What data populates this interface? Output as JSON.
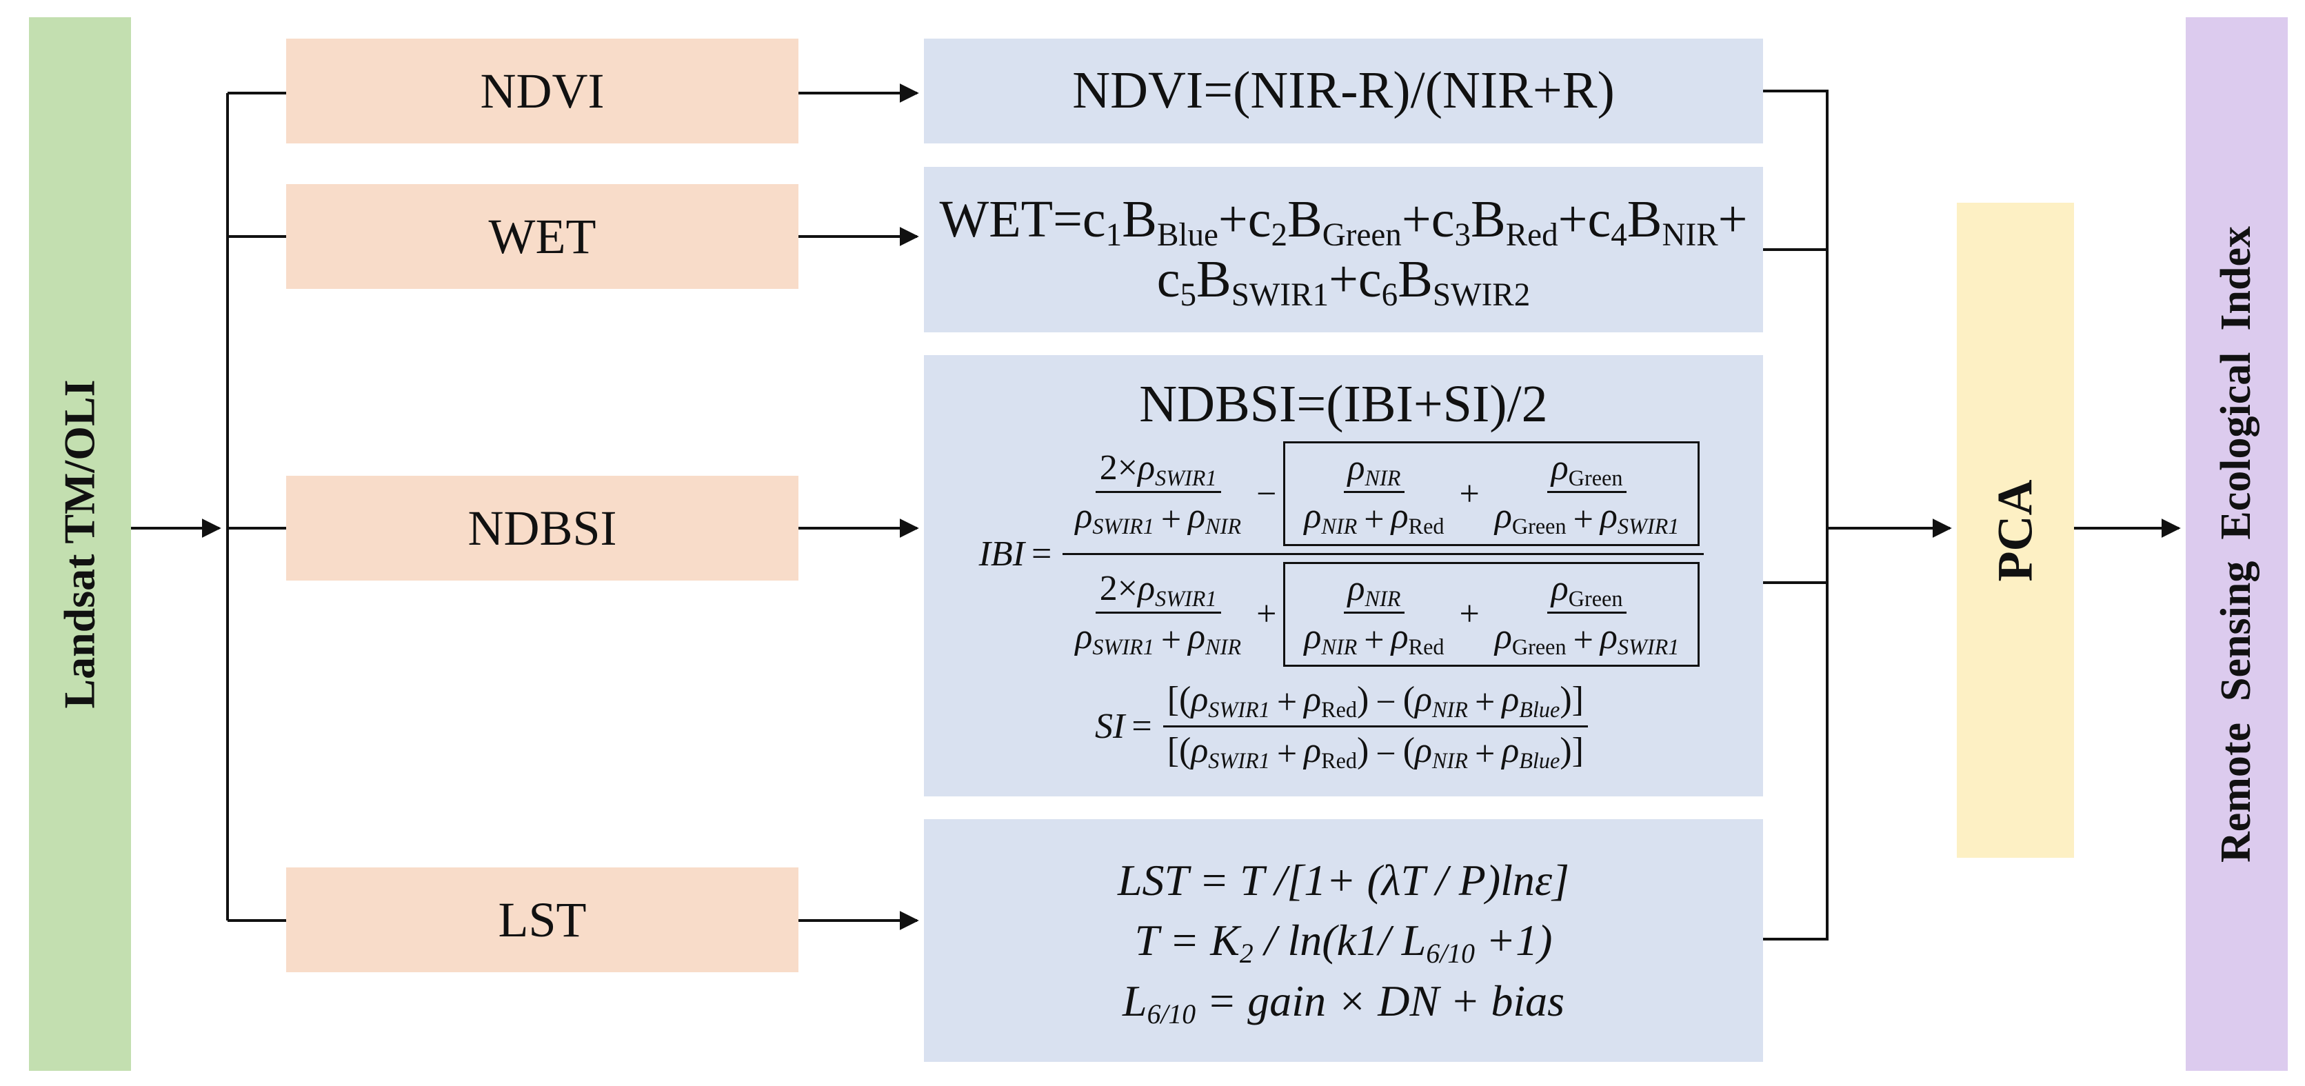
{
  "source": {
    "label": "Landsat TM/OLI"
  },
  "indicators": [
    {
      "label": "NDVI"
    },
    {
      "label": "WET"
    },
    {
      "label": "NDBSI"
    },
    {
      "label": "LST"
    }
  ],
  "formulas": {
    "ndvi": "NDVI=(NIR-R)/(NIR+R)",
    "wet": {
      "lead": "WET=c",
      "b": "B",
      "plus_c": "+c",
      "plus": "+",
      "subs": [
        "1",
        "Blue",
        "2",
        "Green",
        "3",
        "Red",
        "4",
        "NIR",
        "5",
        "SWIR1",
        "6",
        "SWIR2"
      ]
    },
    "ndbsi": {
      "title": "NDBSI=(IBI+SI)/2",
      "ibi": "IBI",
      "si": "SI",
      "two_times": "2×",
      "rho": "ρ",
      "sub_swir1": "SWIR1",
      "sub_nir": "NIR",
      "sub_red": "Red",
      "sub_green": "Green",
      "sub_blue": "Blue"
    },
    "lst": {
      "line1": "LST = T /[1+ (λT / P)lnε]",
      "line2": "T = K",
      "line2_sub": "2",
      "line2_rest": " / ln(k1/ L",
      "line2_sub2": "6/10",
      "line2_end": " +1)",
      "line3": "L",
      "line3_sub": "6/10",
      "line3_rest": " = gain × DN + bias"
    }
  },
  "pca": {
    "label": "PCA"
  },
  "output": {
    "label": "Remote  Sensing  Ecological  Index"
  },
  "colors": {
    "source": "#c3dfb0",
    "indicator": "#f8dcc9",
    "formula": "#d9e1f0",
    "pca": "#fdf0c4",
    "output": "#dccbee"
  }
}
